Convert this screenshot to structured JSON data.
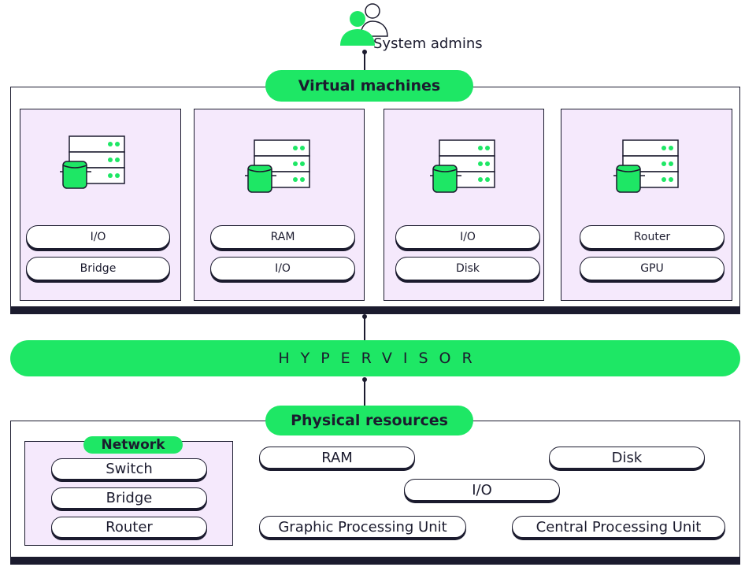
{
  "admins": {
    "label": "System admins"
  },
  "virtual_machines": {
    "title": "Virtual machines",
    "cards": [
      {
        "items": [
          "I/O",
          "Bridge"
        ]
      },
      {
        "items": [
          "RAM",
          "I/O"
        ]
      },
      {
        "items": [
          "I/O",
          "Disk"
        ]
      },
      {
        "items": [
          "Router",
          "GPU"
        ]
      }
    ]
  },
  "hypervisor": {
    "label": "HYPERVISOR"
  },
  "physical_resources": {
    "title": "Physical resources",
    "network": {
      "title": "Network",
      "items": [
        "Switch",
        "Bridge",
        "Router"
      ]
    },
    "resources": {
      "ram": "RAM",
      "disk": "Disk",
      "io": "I/O",
      "gpu": "Graphic Processing Unit",
      "cpu": "Central Processing Unit"
    }
  },
  "colors": {
    "accent_green": "#1ee765",
    "card_lavender": "#f5e9fc",
    "ink": "#1b1b2e"
  }
}
